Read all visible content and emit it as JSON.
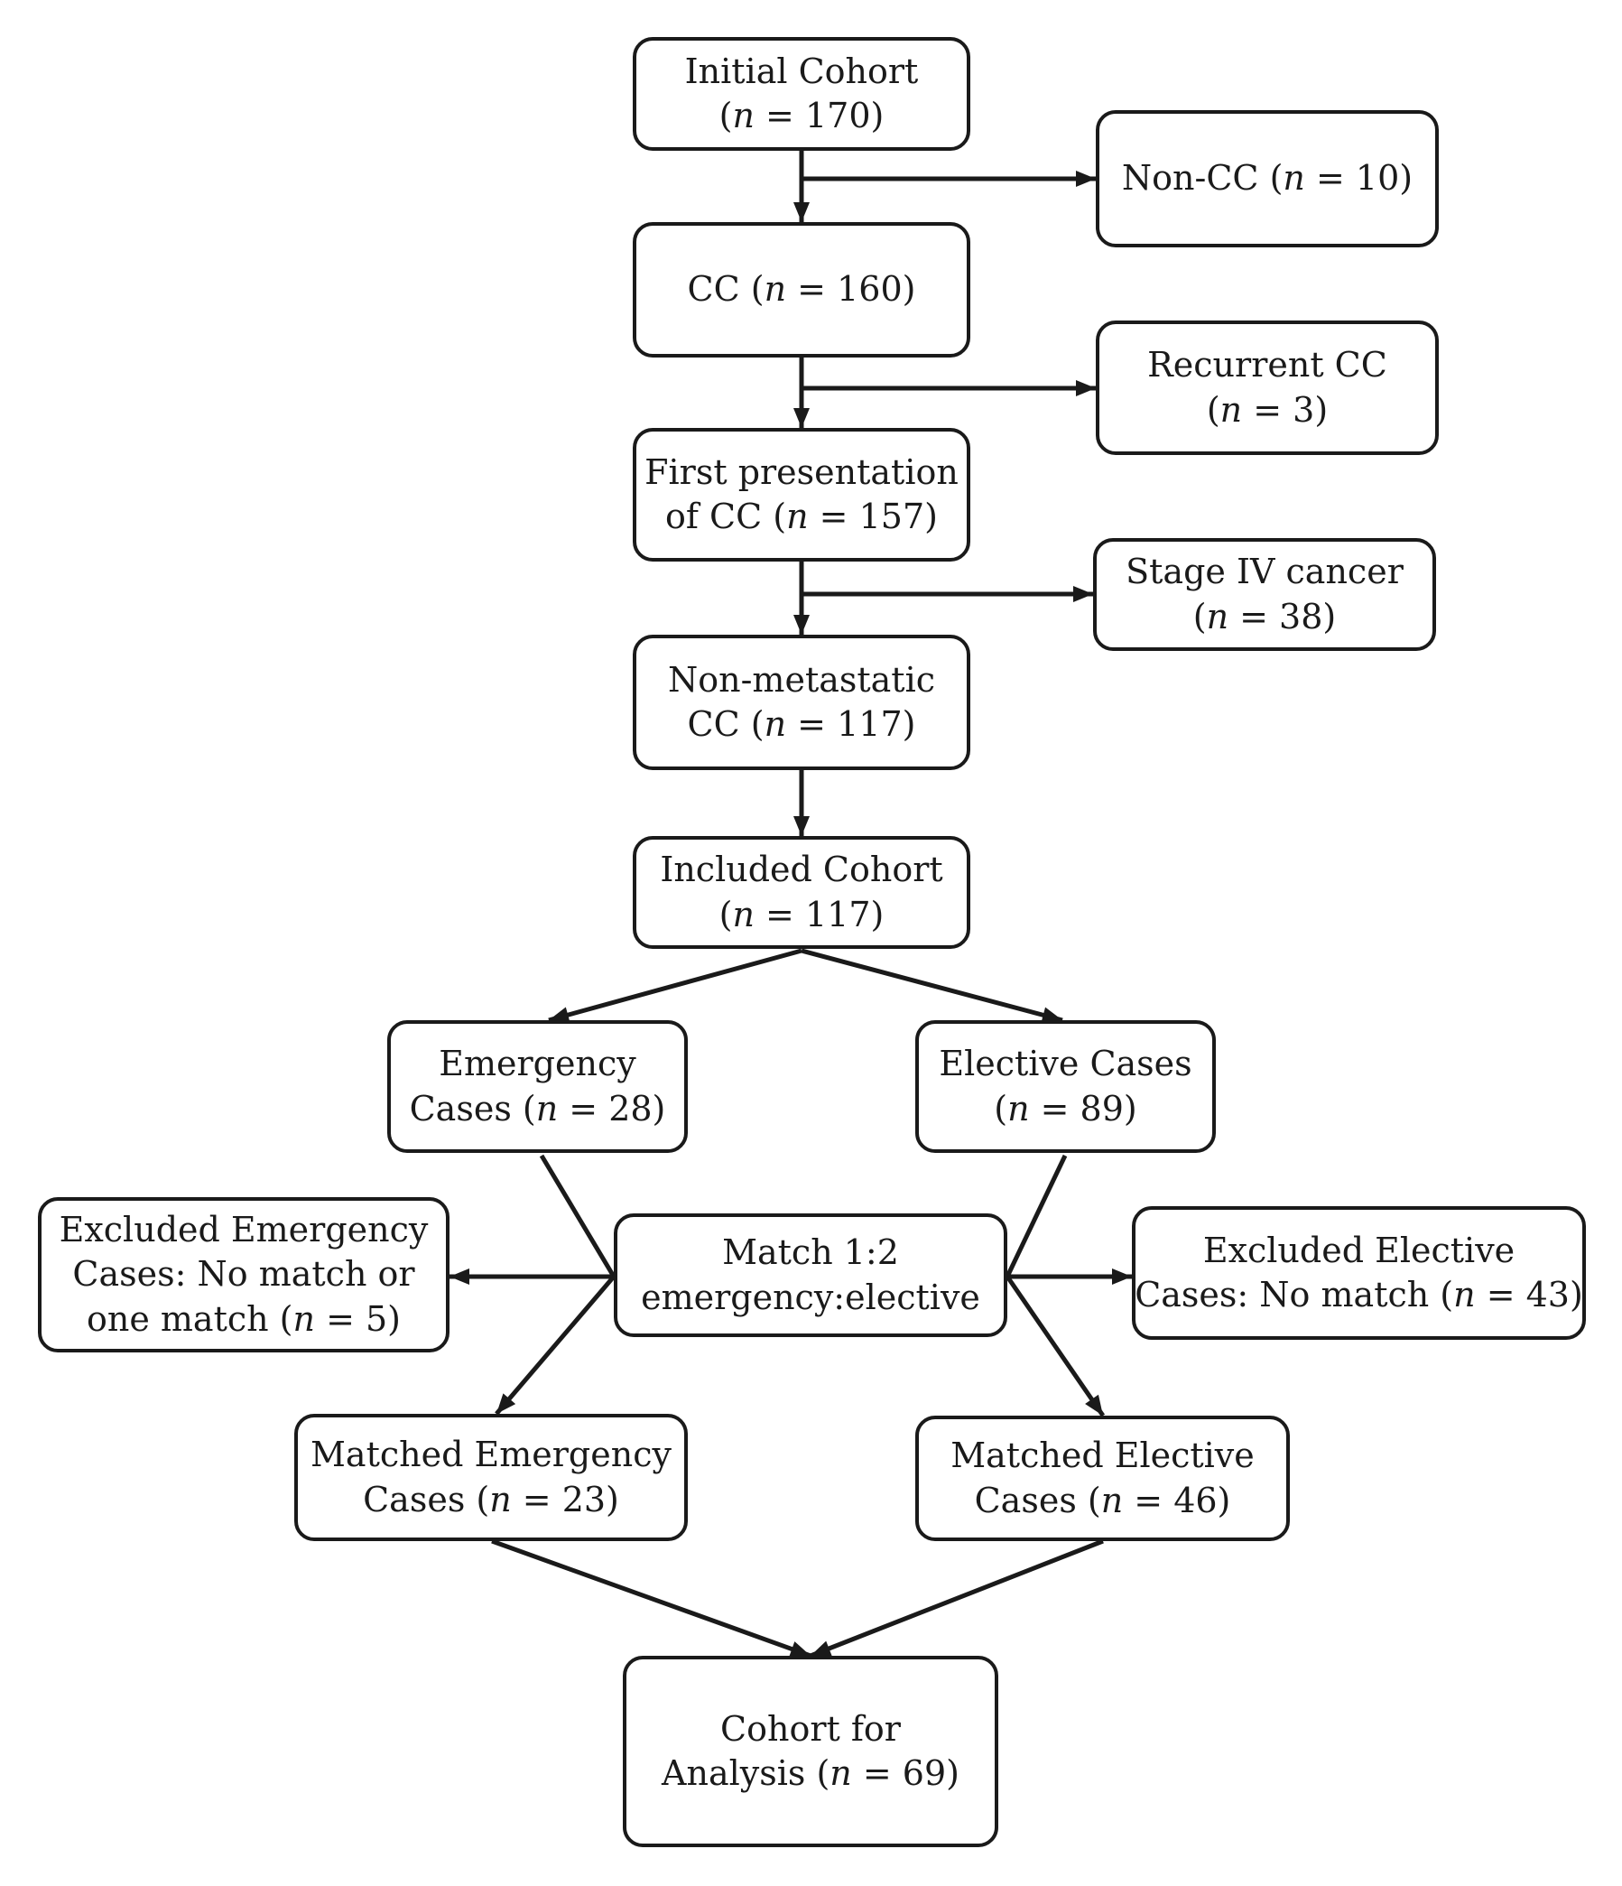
{
  "nodes": {
    "initial": {
      "lines": [
        [
          {
            "t": "Initial Cohort"
          }
        ],
        [
          {
            "t": "("
          },
          {
            "t": "n",
            "i": true
          },
          {
            "t": " = 170)"
          }
        ]
      ]
    },
    "noncc": {
      "lines": [
        [
          {
            "t": "Non-CC ("
          },
          {
            "t": "n",
            "i": true
          },
          {
            "t": " = 10)"
          }
        ]
      ]
    },
    "cc": {
      "lines": [
        [
          {
            "t": "CC ("
          },
          {
            "t": "n",
            "i": true
          },
          {
            "t": " = 160)"
          }
        ]
      ]
    },
    "recurrent": {
      "lines": [
        [
          {
            "t": "Recurrent CC"
          }
        ],
        [
          {
            "t": "("
          },
          {
            "t": "n",
            "i": true
          },
          {
            "t": " = 3)"
          }
        ]
      ]
    },
    "first": {
      "lines": [
        [
          {
            "t": "First presentation"
          }
        ],
        [
          {
            "t": "of CC ("
          },
          {
            "t": "n",
            "i": true
          },
          {
            "t": " = 157)"
          }
        ]
      ]
    },
    "stage4": {
      "lines": [
        [
          {
            "t": "Stage IV cancer"
          }
        ],
        [
          {
            "t": "("
          },
          {
            "t": "n",
            "i": true
          },
          {
            "t": " = 38)"
          }
        ]
      ]
    },
    "nonmet": {
      "lines": [
        [
          {
            "t": "Non-metastatic"
          }
        ],
        [
          {
            "t": "CC ("
          },
          {
            "t": "n",
            "i": true
          },
          {
            "t": " = 117)"
          }
        ]
      ]
    },
    "included": {
      "lines": [
        [
          {
            "t": "Included Cohort"
          }
        ],
        [
          {
            "t": "("
          },
          {
            "t": "n",
            "i": true
          },
          {
            "t": " = 117)"
          }
        ]
      ]
    },
    "emergency": {
      "lines": [
        [
          {
            "t": "Emergency"
          }
        ],
        [
          {
            "t": "Cases ("
          },
          {
            "t": "n",
            "i": true
          },
          {
            "t": " = 28)"
          }
        ]
      ]
    },
    "elective": {
      "lines": [
        [
          {
            "t": "Elective Cases"
          }
        ],
        [
          {
            "t": "("
          },
          {
            "t": "n",
            "i": true
          },
          {
            "t": " = 89)"
          }
        ]
      ]
    },
    "exclEmerg": {
      "lines": [
        [
          {
            "t": "Excluded Emergency"
          }
        ],
        [
          {
            "t": "Cases: No match or"
          }
        ],
        [
          {
            "t": "one match ("
          },
          {
            "t": "n",
            "i": true
          },
          {
            "t": " = 5)"
          }
        ]
      ]
    },
    "match": {
      "lines": [
        [
          {
            "t": "Match 1:2"
          }
        ],
        [
          {
            "t": "emergency:elective"
          }
        ]
      ]
    },
    "exclElec": {
      "lines": [
        [
          {
            "t": "Excluded Elective"
          }
        ],
        [
          {
            "t": "Cases: No match ("
          },
          {
            "t": "n",
            "i": true
          },
          {
            "t": " = 43)"
          }
        ]
      ]
    },
    "matchEmerg": {
      "lines": [
        [
          {
            "t": "Matched Emergency"
          }
        ],
        [
          {
            "t": "Cases ("
          },
          {
            "t": "n",
            "i": true
          },
          {
            "t": " = 23)"
          }
        ]
      ]
    },
    "matchElec": {
      "lines": [
        [
          {
            "t": "Matched Elective"
          }
        ],
        [
          {
            "t": "Cases ("
          },
          {
            "t": "n",
            "i": true
          },
          {
            "t": " = 46)"
          }
        ]
      ]
    },
    "analysis": {
      "lines": [
        [
          {
            "t": "Cohort for"
          }
        ],
        [
          {
            "t": "Analysis ("
          },
          {
            "t": "n",
            "i": true
          },
          {
            "t": " = 69)"
          }
        ]
      ]
    }
  },
  "edges": [
    {
      "from": "initial",
      "to": "cc",
      "arrow": true
    },
    {
      "from": "initial",
      "to": "noncc",
      "arrow": true
    },
    {
      "from": "cc",
      "to": "first",
      "arrow": true
    },
    {
      "from": "cc",
      "to": "recurrent",
      "arrow": true
    },
    {
      "from": "first",
      "to": "nonmet",
      "arrow": true
    },
    {
      "from": "first",
      "to": "stage4",
      "arrow": true
    },
    {
      "from": "nonmet",
      "to": "included",
      "arrow": true
    },
    {
      "from": "included",
      "to": "emergency",
      "arrow": true
    },
    {
      "from": "included",
      "to": "elective",
      "arrow": true
    },
    {
      "from": "emergency",
      "to": "match",
      "arrow": false
    },
    {
      "from": "elective",
      "to": "match",
      "arrow": false
    },
    {
      "from": "match",
      "to": "exclEmerg",
      "arrow": true
    },
    {
      "from": "match",
      "to": "exclElec",
      "arrow": true
    },
    {
      "from": "match",
      "to": "matchEmerg",
      "arrow": true
    },
    {
      "from": "match",
      "to": "matchElec",
      "arrow": true
    },
    {
      "from": "matchEmerg",
      "to": "analysis",
      "arrow": true
    },
    {
      "from": "matchElec",
      "to": "analysis",
      "arrow": true
    }
  ]
}
